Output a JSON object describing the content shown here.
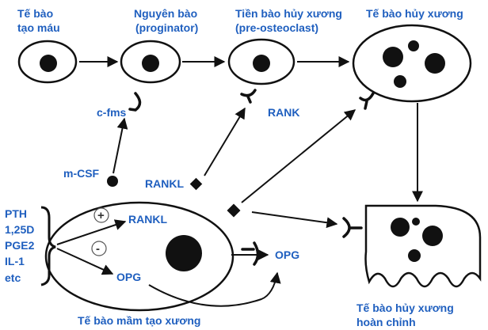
{
  "cells": {
    "hematopoietic": [
      "Tế bào",
      "tạo máu"
    ],
    "progenitor": [
      "Nguyên bào",
      "(proginator)"
    ],
    "preosteoclast": [
      "Tiền bào hủy xương",
      "(pre-osteoclast)"
    ],
    "osteoclast": "Tế bào hủy xương",
    "mature_osteoclast": [
      "Tế bào hủy xương",
      "hoàn chỉnh"
    ],
    "osteoblast": "Tế bào mầm tạo xương"
  },
  "molecules": {
    "cfms": "c-fms",
    "rank": "RANK",
    "mcsf": "m-CSF",
    "rankl_top": "RANKL",
    "rankl_inside": "RANKL",
    "opg_inside": "OPG",
    "opg_outside": "OPG"
  },
  "stimuli": [
    "PTH",
    "1,25D",
    "PGE2",
    "IL-1",
    "etc"
  ],
  "signs": {
    "plus": "+",
    "minus": "-"
  },
  "colors": {
    "label": "#1f5fbf",
    "ink": "#111111",
    "background": "#ffffff"
  }
}
